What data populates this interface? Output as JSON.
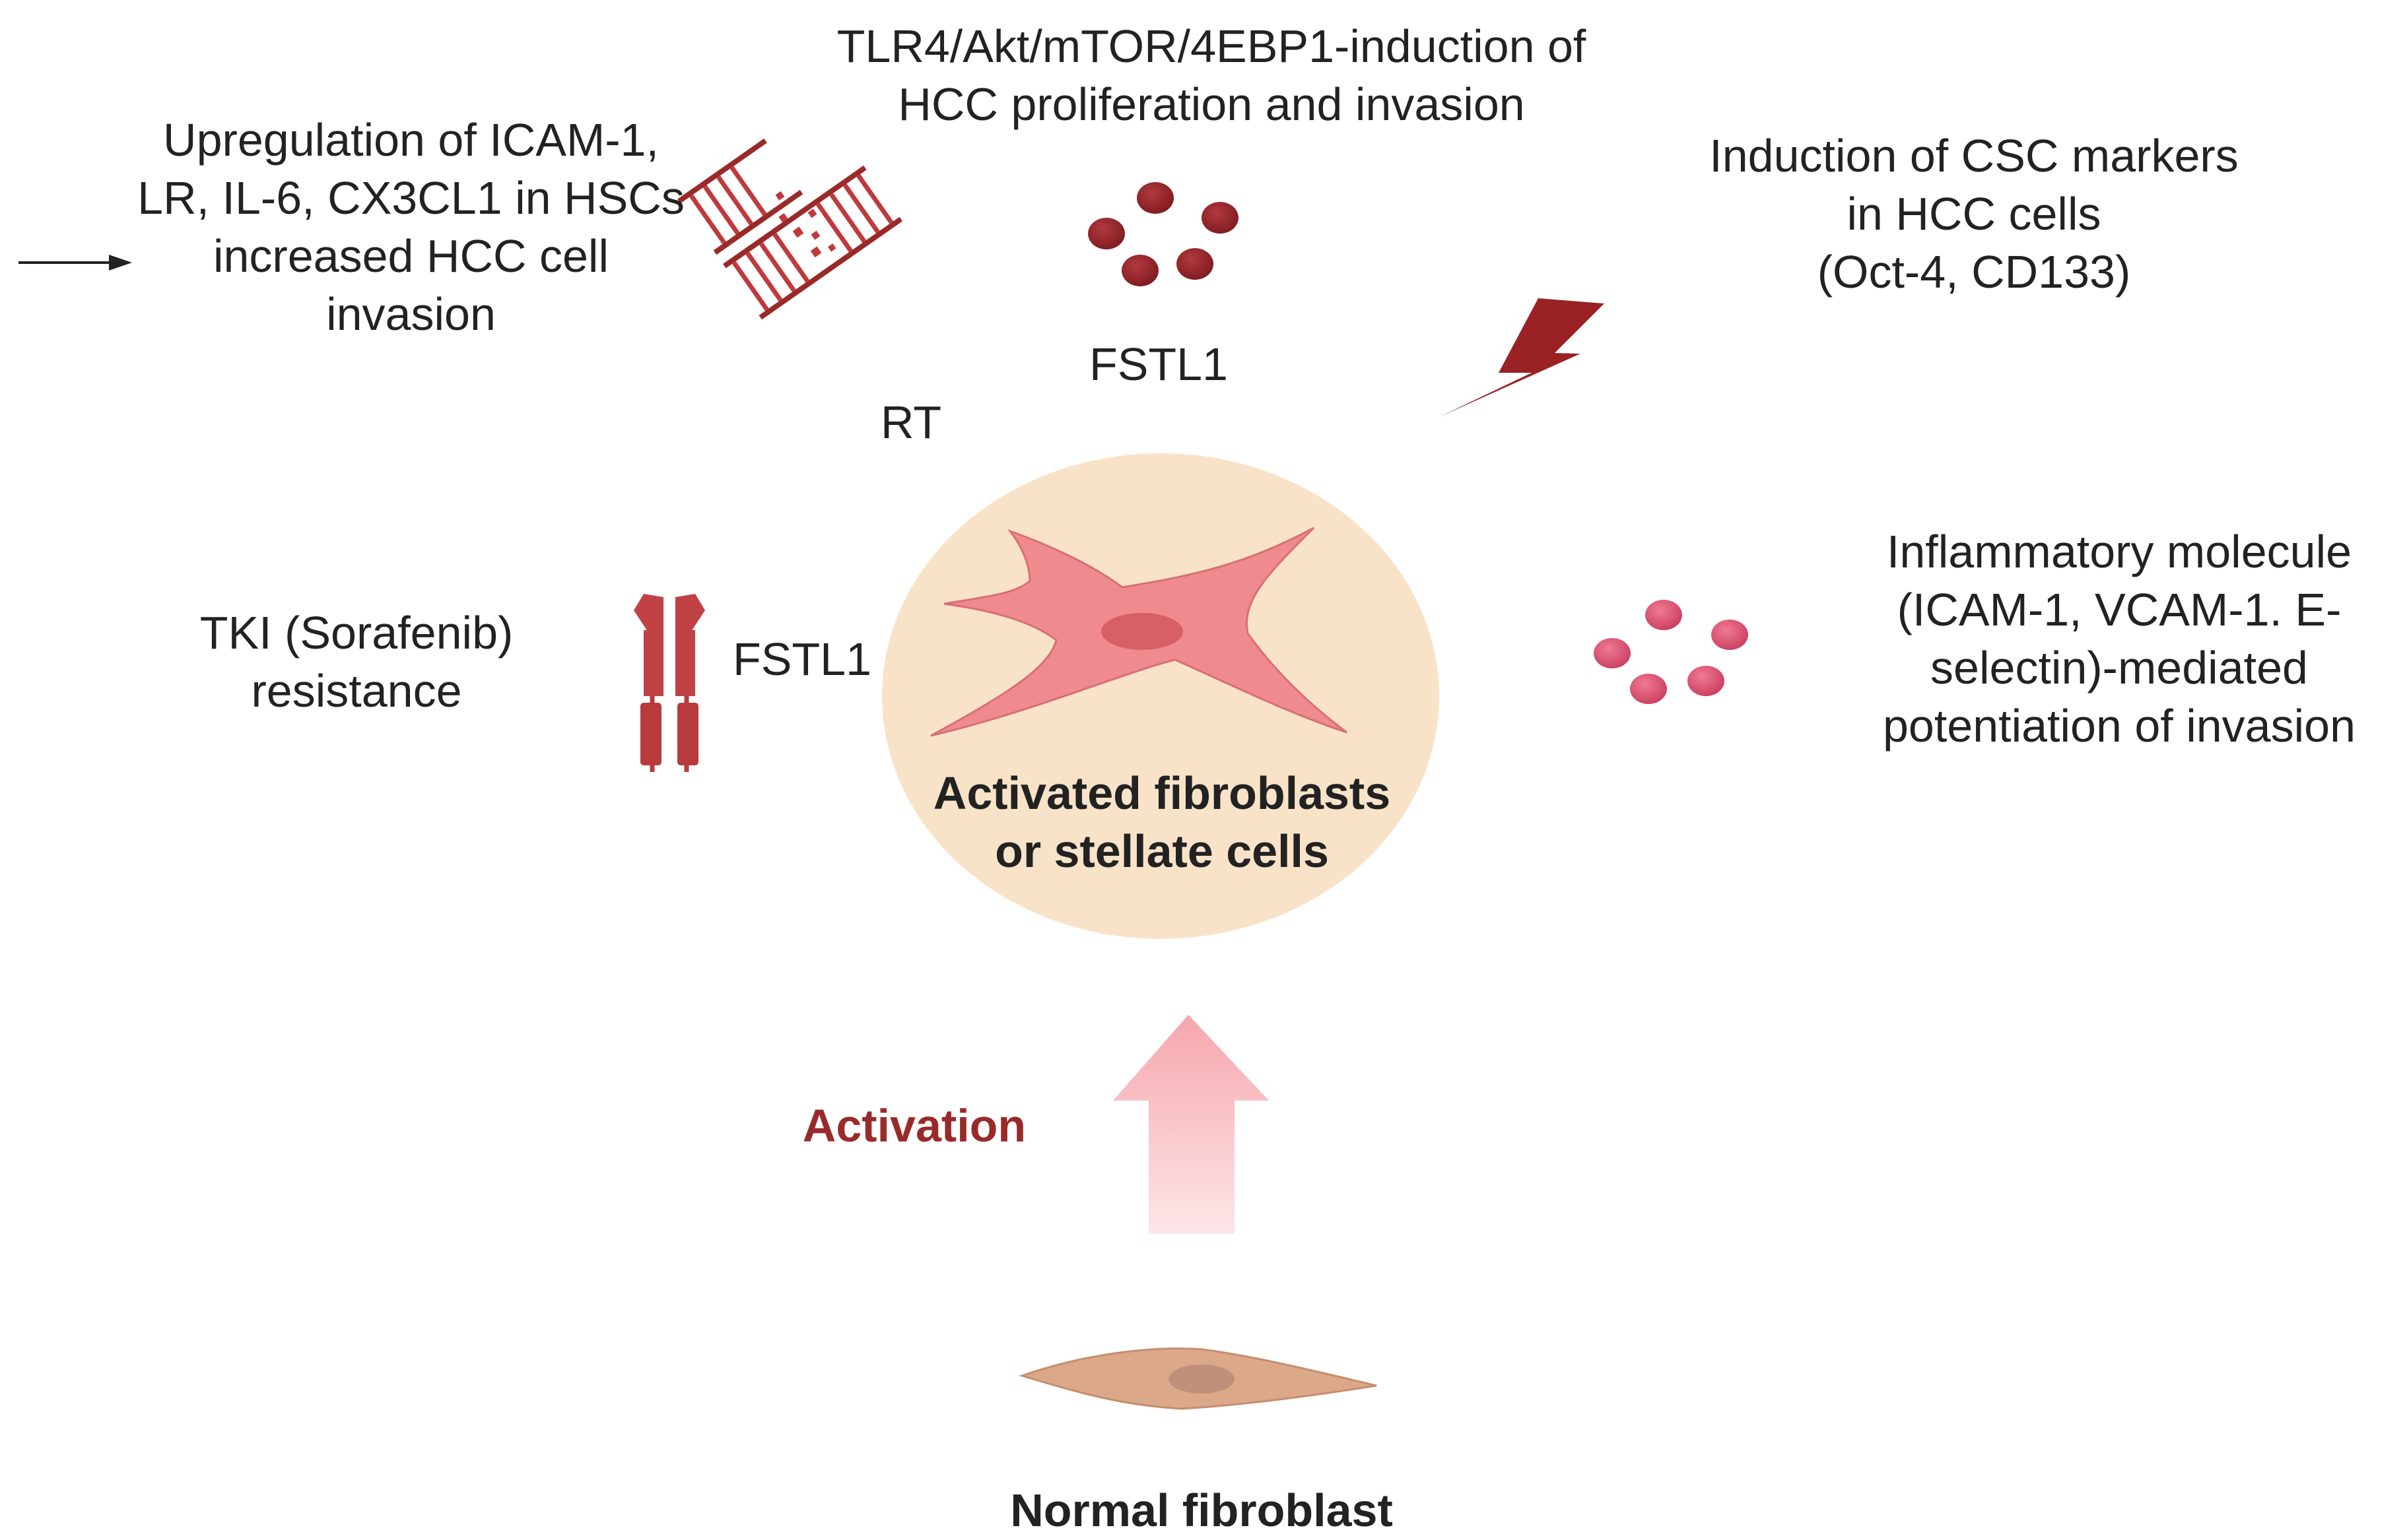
{
  "labels": {
    "top_center": [
      "TLR4/Akt/mTOR/4EBP1-induction of",
      "HCC proliferation and invasion"
    ],
    "top_left": [
      "Upregulation of ICAM-1,",
      "LR, IL-6, CX3CL1 in HSCs",
      "increased HCC cell",
      "invasion"
    ],
    "top_right": [
      "Induction of CSC markers",
      "in HCC cells",
      "(Oct-4, CD133)"
    ],
    "fstl1_top": "FSTL1",
    "rt": "RT",
    "left_mid": [
      "TKI (Sorafenib)",
      "resistance"
    ],
    "fstl1_left": "FSTL1",
    "right_mid": [
      "Inflammatory molecule",
      "(ICAM-1, VCAM-1. E-",
      "selectin)-mediated",
      "potentiation of invasion"
    ],
    "center": [
      "Activated fibroblasts",
      "or stellate cells"
    ],
    "activation": "Activation",
    "bottom": "Normal fibroblast"
  },
  "colors": {
    "dark_red": "#9a2a2a",
    "granule_dark": "#8b1f24",
    "granule_pink": "#d9506e",
    "halo": "#f9e3c8",
    "cell_pink": "#ef8a8e",
    "normal_cell": "#dba889",
    "activation_text": "#9a2a2a"
  }
}
